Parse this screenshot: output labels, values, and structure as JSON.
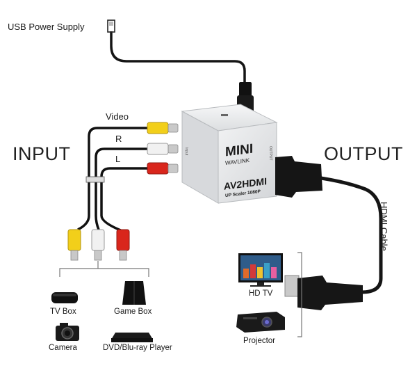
{
  "labels": {
    "usb_power_supply": "USB Power Supply",
    "input": "INPUT",
    "output": "OUTPUT",
    "video": "Video",
    "right": "R",
    "left": "L",
    "hdmi_cable": "HDMI Cable"
  },
  "box": {
    "brand": "MINI",
    "sub_brand": "WAVLINK",
    "model": "AV2HDMI",
    "tagline": "UP Scaler 1080P",
    "side_in": "Input",
    "side_out": "OUTPUT"
  },
  "input_devices": [
    "TV Box",
    "Game Box",
    "Camera",
    "DVD/Blu-ray Player"
  ],
  "output_devices": [
    "HD TV",
    "Projector"
  ],
  "colors": {
    "video": "#f2cf1a",
    "audio_right": "#f1f1f1",
    "audio_left": "#d9261c",
    "cable": "#151515",
    "box": "#e9eaec"
  }
}
